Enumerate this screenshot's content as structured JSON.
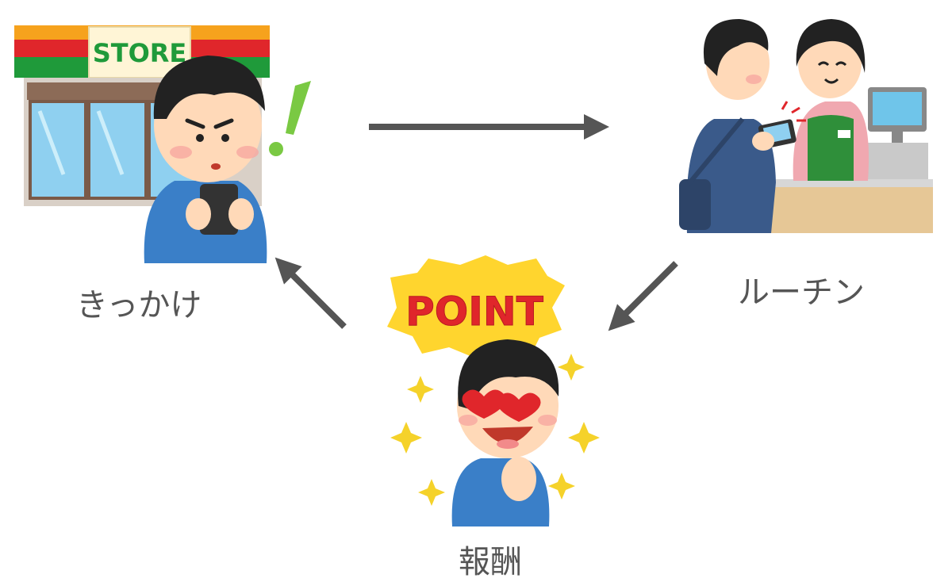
{
  "nodes": {
    "trigger": {
      "label": "きっかけ"
    },
    "routine": {
      "label": "ルーチン"
    },
    "reward": {
      "label": "報酬"
    }
  },
  "illustrations": {
    "store_sign": "STORE",
    "point_badge": "POINT"
  },
  "colors": {
    "arrow": "#555555",
    "label": "#555555",
    "shirt": "#3a7fc8",
    "store_red": "#e0262b",
    "store_orange": "#f6a21d",
    "store_green": "#1f9a3a",
    "apron_green": "#2f8f3a",
    "point_red": "#e0262b",
    "point_yellow": "#ffd52e",
    "exclaim_green": "#7ac943",
    "sparkle": "#f5d22a"
  }
}
